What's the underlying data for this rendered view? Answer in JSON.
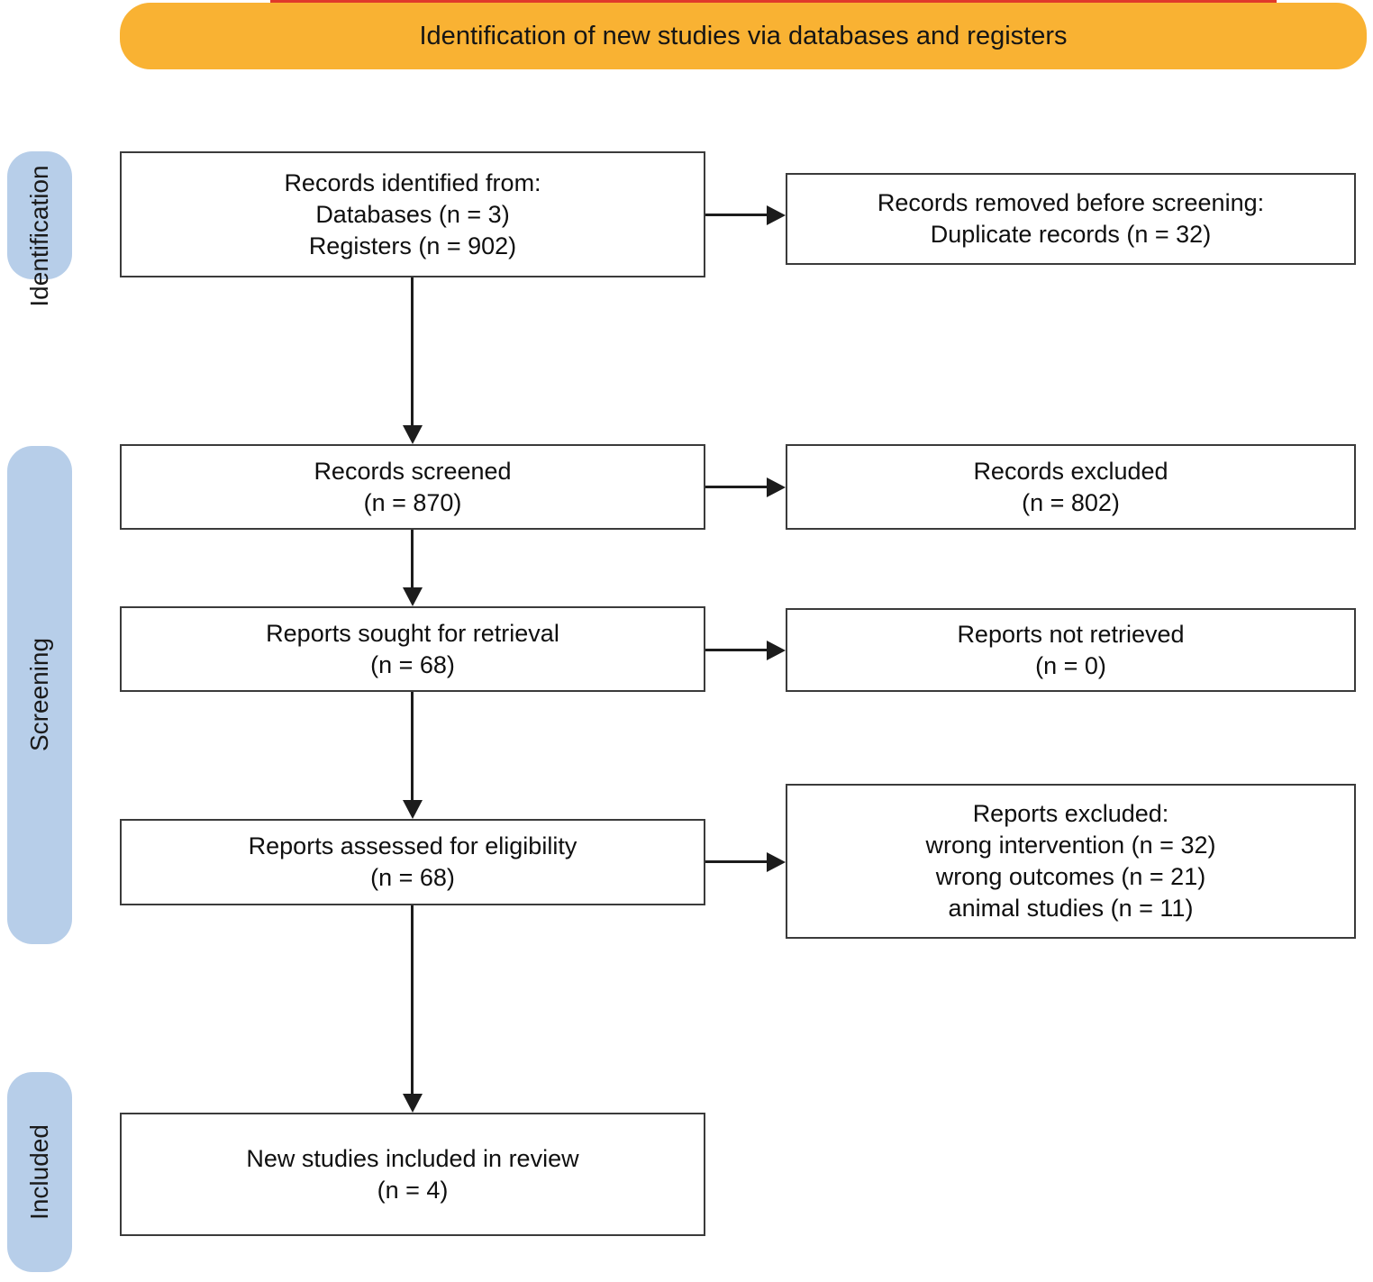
{
  "banner": {
    "label": "Identification of new studies via databases and registers"
  },
  "colors": {
    "banner_fill": "#F9B233",
    "top_strip": "#E0392B",
    "stage_pill_fill": "#B7CEE9",
    "box_border": "#3b3b3b"
  },
  "stages": [
    {
      "label": "Identification"
    },
    {
      "label": "Screening"
    },
    {
      "label": "Included"
    }
  ],
  "boxes": {
    "records_identified": {
      "lines": [
        "Records identified from:",
        "Databases (n = 3)",
        "Registers (n = 902)"
      ]
    },
    "records_removed": {
      "lines": [
        "Records removed before screening:",
        "Duplicate records (n = 32)"
      ]
    },
    "records_screened": {
      "lines": [
        "Records screened",
        "(n = 870)"
      ]
    },
    "records_excluded": {
      "lines": [
        "Records excluded",
        "(n = 802)"
      ]
    },
    "reports_sought": {
      "lines": [
        "Reports sought for retrieval",
        "(n = 68)"
      ]
    },
    "reports_not_retrieved": {
      "lines": [
        "Reports not retrieved",
        "(n = 0)"
      ]
    },
    "reports_assessed": {
      "lines": [
        "Reports assessed for eligibility",
        "(n = 68)"
      ]
    },
    "reports_excluded": {
      "lines": [
        "Reports excluded:",
        "wrong intervention (n = 32)",
        "wrong outcomes (n = 21)",
        "animal studies (n = 11)"
      ]
    },
    "new_studies_included": {
      "lines": [
        "New studies included in review",
        "(n = 4)"
      ]
    }
  }
}
